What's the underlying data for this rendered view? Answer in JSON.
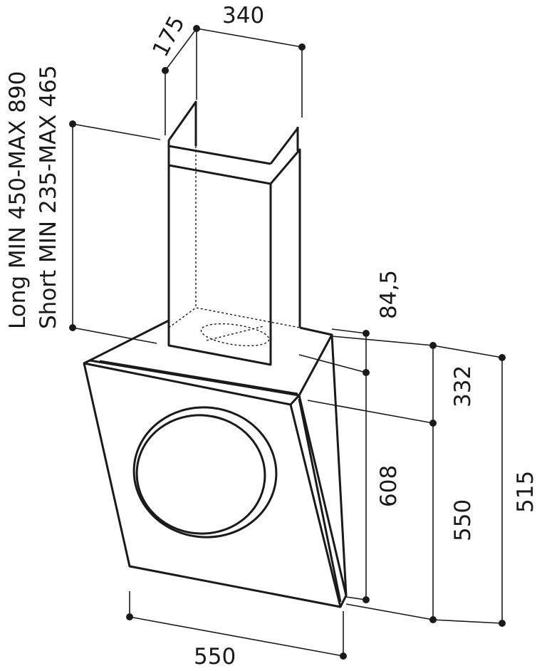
{
  "dimensions": {
    "chimney_depth": "175",
    "chimney_width": "340",
    "height_long": "Long MIN 450-MAX 890",
    "height_short": "Short MIN 235-MAX 465",
    "top_offset": "84,5",
    "panel_top_depth": "332",
    "hood_height": "608",
    "panel_height": "550",
    "total_depth": "515",
    "hood_width": "550"
  },
  "colors": {
    "line": "#1a1a1a",
    "background": "#ffffff"
  }
}
